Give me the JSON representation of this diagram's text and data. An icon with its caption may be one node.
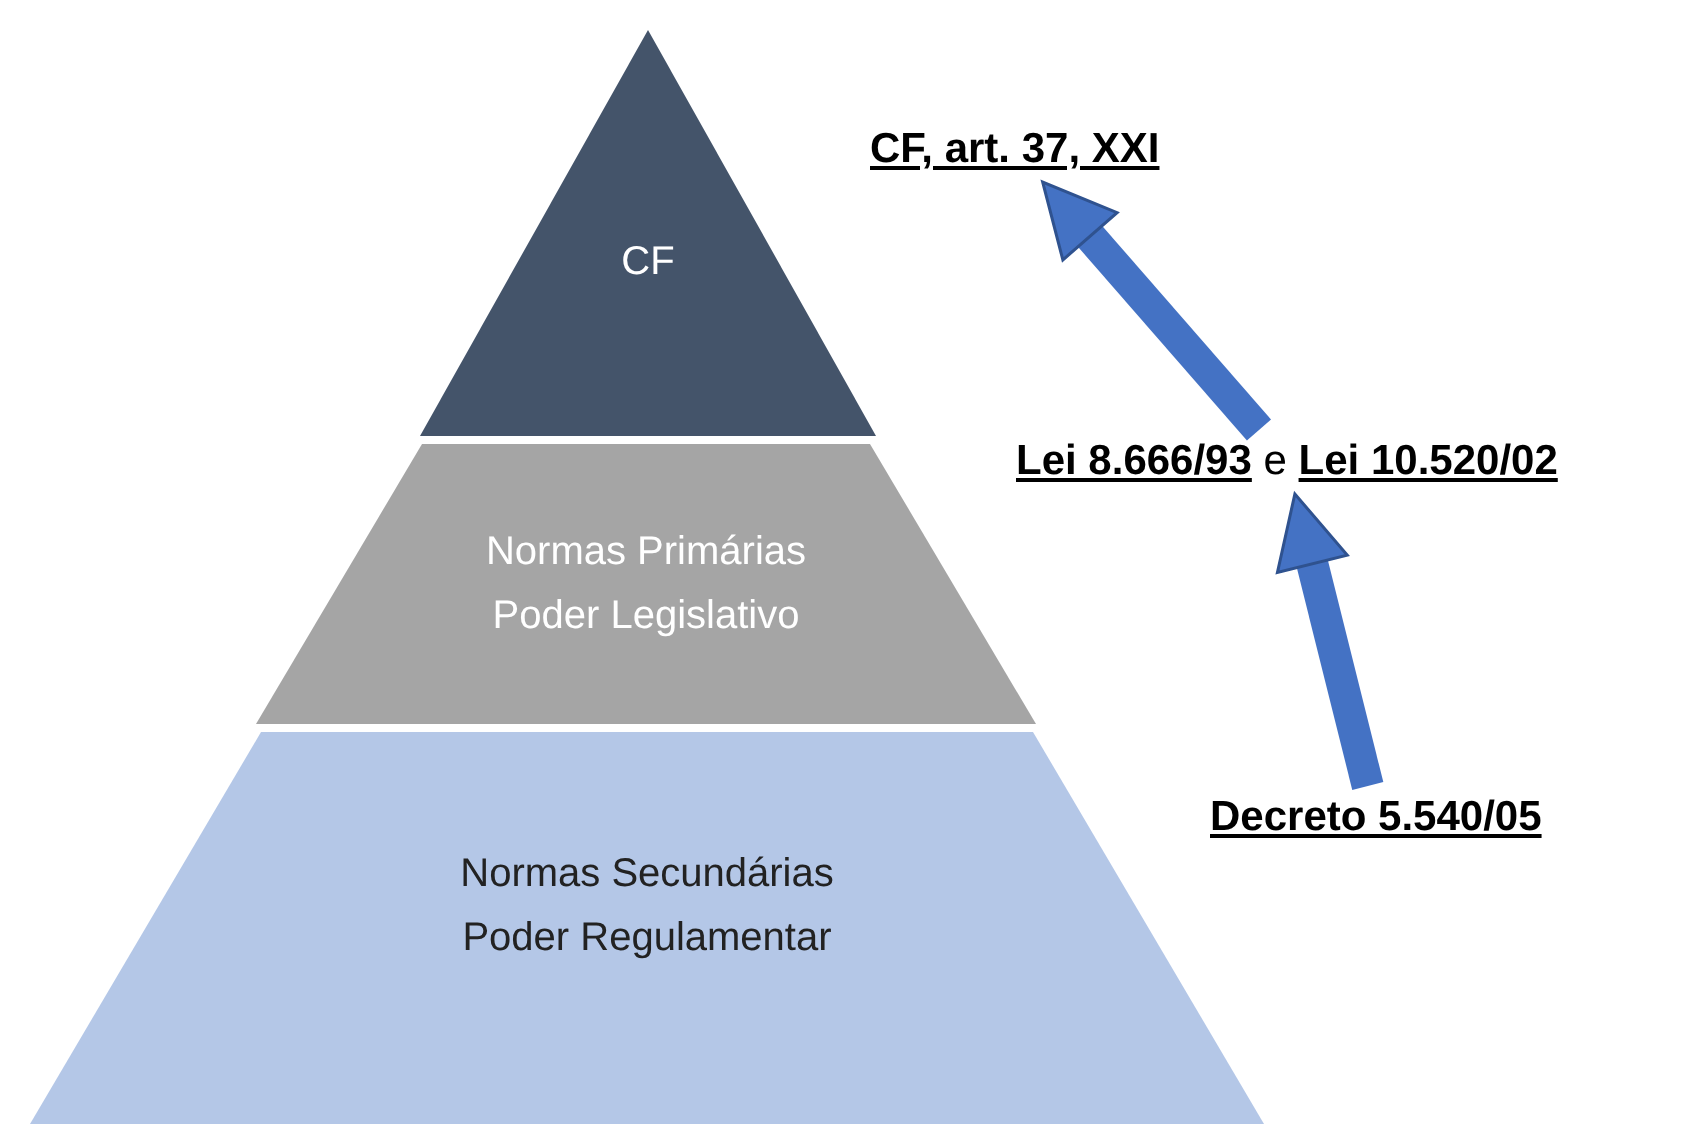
{
  "diagram": {
    "nodes": [
      {
        "text": [
          "CF"
        ]
      },
      {
        "text": [
          "Normas Primárias Poder Legislativo"
        ]
      },
      {
        "text": [
          "Normas Secundárias Poder Regulamentar"
        ]
      },
      {
        "text": [
          "CF, art. 37, XXI"
        ]
      },
      {
        "text": [
          "**Lei 8.666/93** e **Lei 10.520/02**"
        ]
      },
      {
        "text": [
          "Decreto 5.540/05"
        ]
      }
    ],
    "edges": [
      {
        "from": 5,
        "to": 4,
        "arrow": "to"
      },
      {
        "from": 4,
        "to": 3,
        "arrow": "to"
      }
    ]
  }
}
